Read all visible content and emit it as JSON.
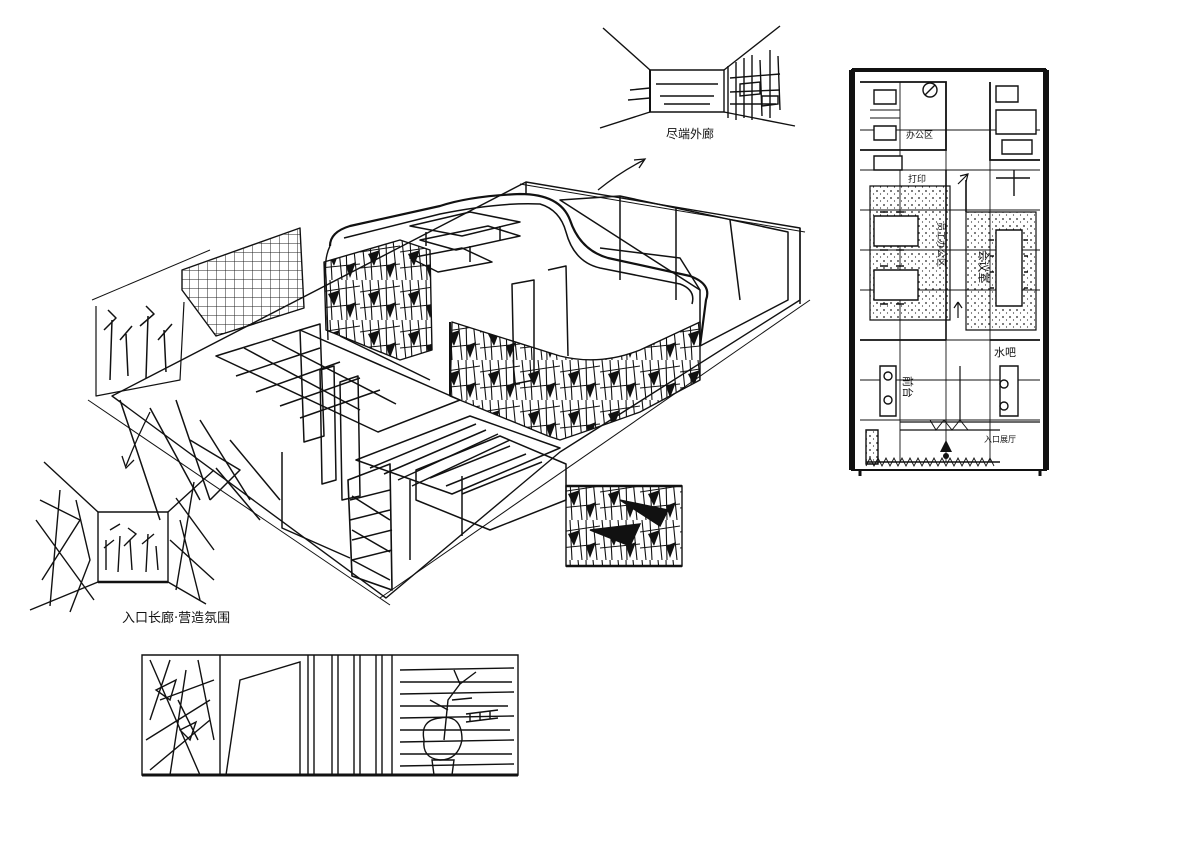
{
  "sheet": {
    "background": "#ffffff",
    "ink": "#111111"
  },
  "labels": {
    "corridor_sketch": "尽端外廊",
    "entrance_sketch": "入口长廊·营造氛围",
    "plan_office": "办公区",
    "plan_print": "打印",
    "plan_staff_office": "员工办公区",
    "plan_meeting": "会议室",
    "plan_water_bar": "水吧",
    "plan_reception": "前台",
    "plan_entrance_lobby": "入口展厅"
  },
  "icons": {
    "entrance_marker": "entrance-arrow-icon",
    "direction_arrows": "arrow-icon"
  }
}
